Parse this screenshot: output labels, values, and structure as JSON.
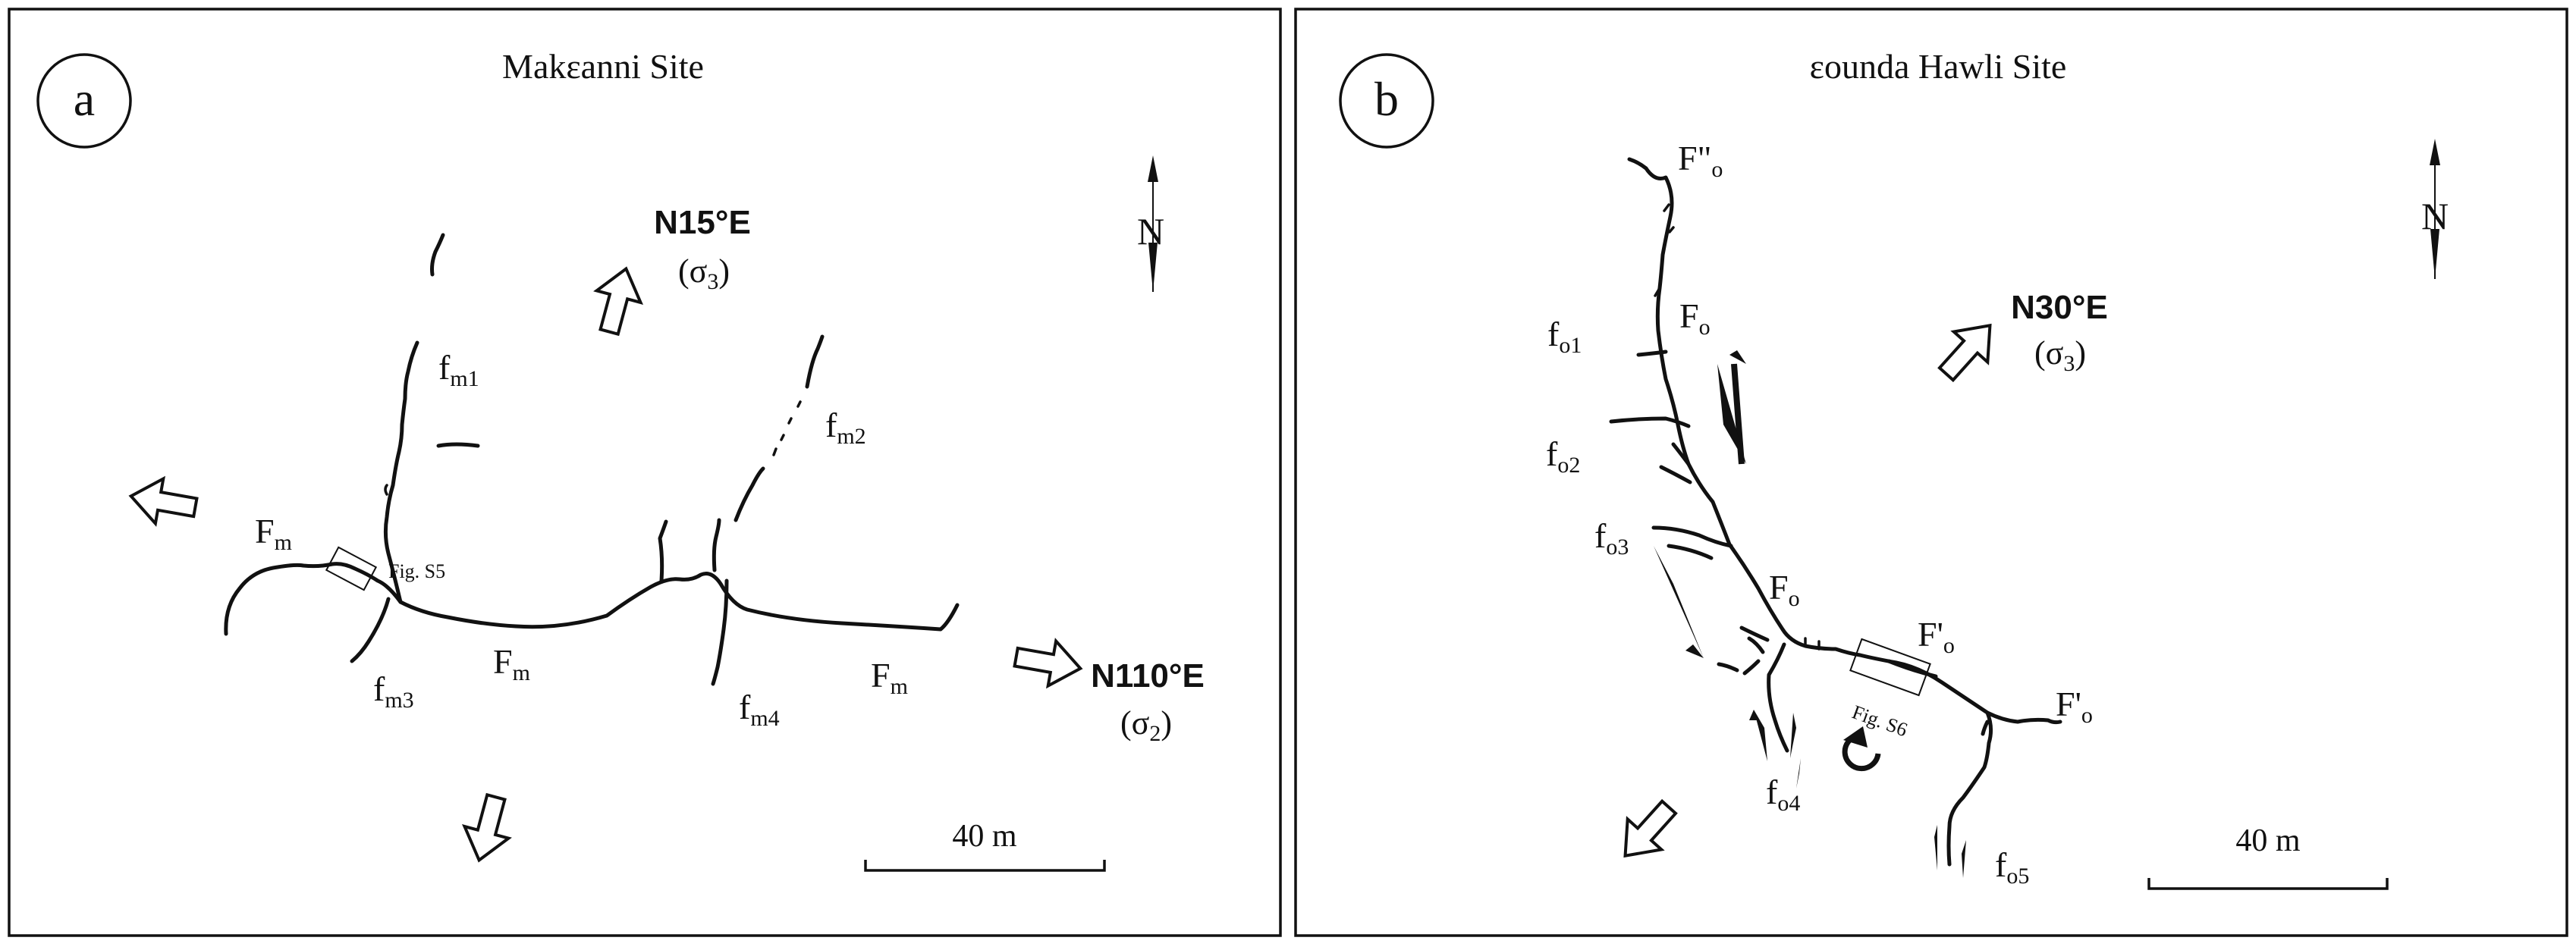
{
  "panels": [
    {
      "letter": "a",
      "title": "Makɛanni Site",
      "direction_1": "N15°E",
      "sigma_1_base": "(σ",
      "sigma_1_sub": "3",
      "direction_2": "N110°E",
      "sigma_2_base": "(σ",
      "sigma_2_sub": "2",
      "north": "N",
      "scale": "40 m",
      "inset_ref": "Fig. S5",
      "faults": [
        {
          "base": "F",
          "sub": "m"
        },
        {
          "base": "F",
          "sub": "m"
        },
        {
          "base": "F",
          "sub": "m"
        },
        {
          "base": "f",
          "sub": "m1"
        },
        {
          "base": "f",
          "sub": "m2"
        },
        {
          "base": "f",
          "sub": "m3"
        },
        {
          "base": "f",
          "sub": "m4"
        }
      ]
    },
    {
      "letter": "b",
      "title": "ɛounda Hawli Site",
      "direction_1": "N30°E",
      "sigma_1_base": "(σ",
      "sigma_1_sub": "3",
      "north": "N",
      "scale": "40 m",
      "inset_ref": "Fig. S6",
      "faults": [
        {
          "base": "F\"",
          "sub": "o"
        },
        {
          "base": "F",
          "sub": "o"
        },
        {
          "base": "F",
          "sub": "o"
        },
        {
          "base": "F'",
          "sub": "o"
        },
        {
          "base": "F'",
          "sub": "o"
        },
        {
          "base": "f",
          "sub": "o1"
        },
        {
          "base": "f",
          "sub": "o2"
        },
        {
          "base": "f",
          "sub": "o3"
        },
        {
          "base": "f",
          "sub": "o4"
        },
        {
          "base": "f",
          "sub": "o5"
        }
      ]
    }
  ]
}
